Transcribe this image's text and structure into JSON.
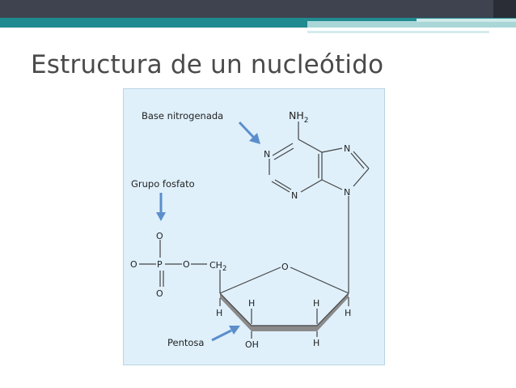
{
  "slide": {
    "title": "Estructura de un nucleótido",
    "colors": {
      "topbar": "#3f4350",
      "accent": "#1f8a8f",
      "panel": "#dff0fb",
      "arrow": "#5b8ecb"
    }
  },
  "diagram": {
    "labels": {
      "base": "Base nitrogenada",
      "phosphate": "Grupo fosfato",
      "sugar": "Pentosa"
    },
    "atoms": {
      "amine_n": "NH",
      "amine_sub": "2",
      "n_left": "N",
      "n_bottom": "N",
      "n_right_top": "N",
      "n_right_bottom": "N",
      "p_top_o": "O",
      "p_left_o": "O",
      "p_center": "P",
      "p_right_o": "O",
      "p_bottom_o": "O",
      "ch2": "CH",
      "ch2_sub": "2",
      "ring_o": "O",
      "h_c4": "H",
      "h_c3": "H",
      "h_c2": "H",
      "h_c1": "H",
      "oh_c3": "OH",
      "h_c2_below": "H"
    }
  }
}
